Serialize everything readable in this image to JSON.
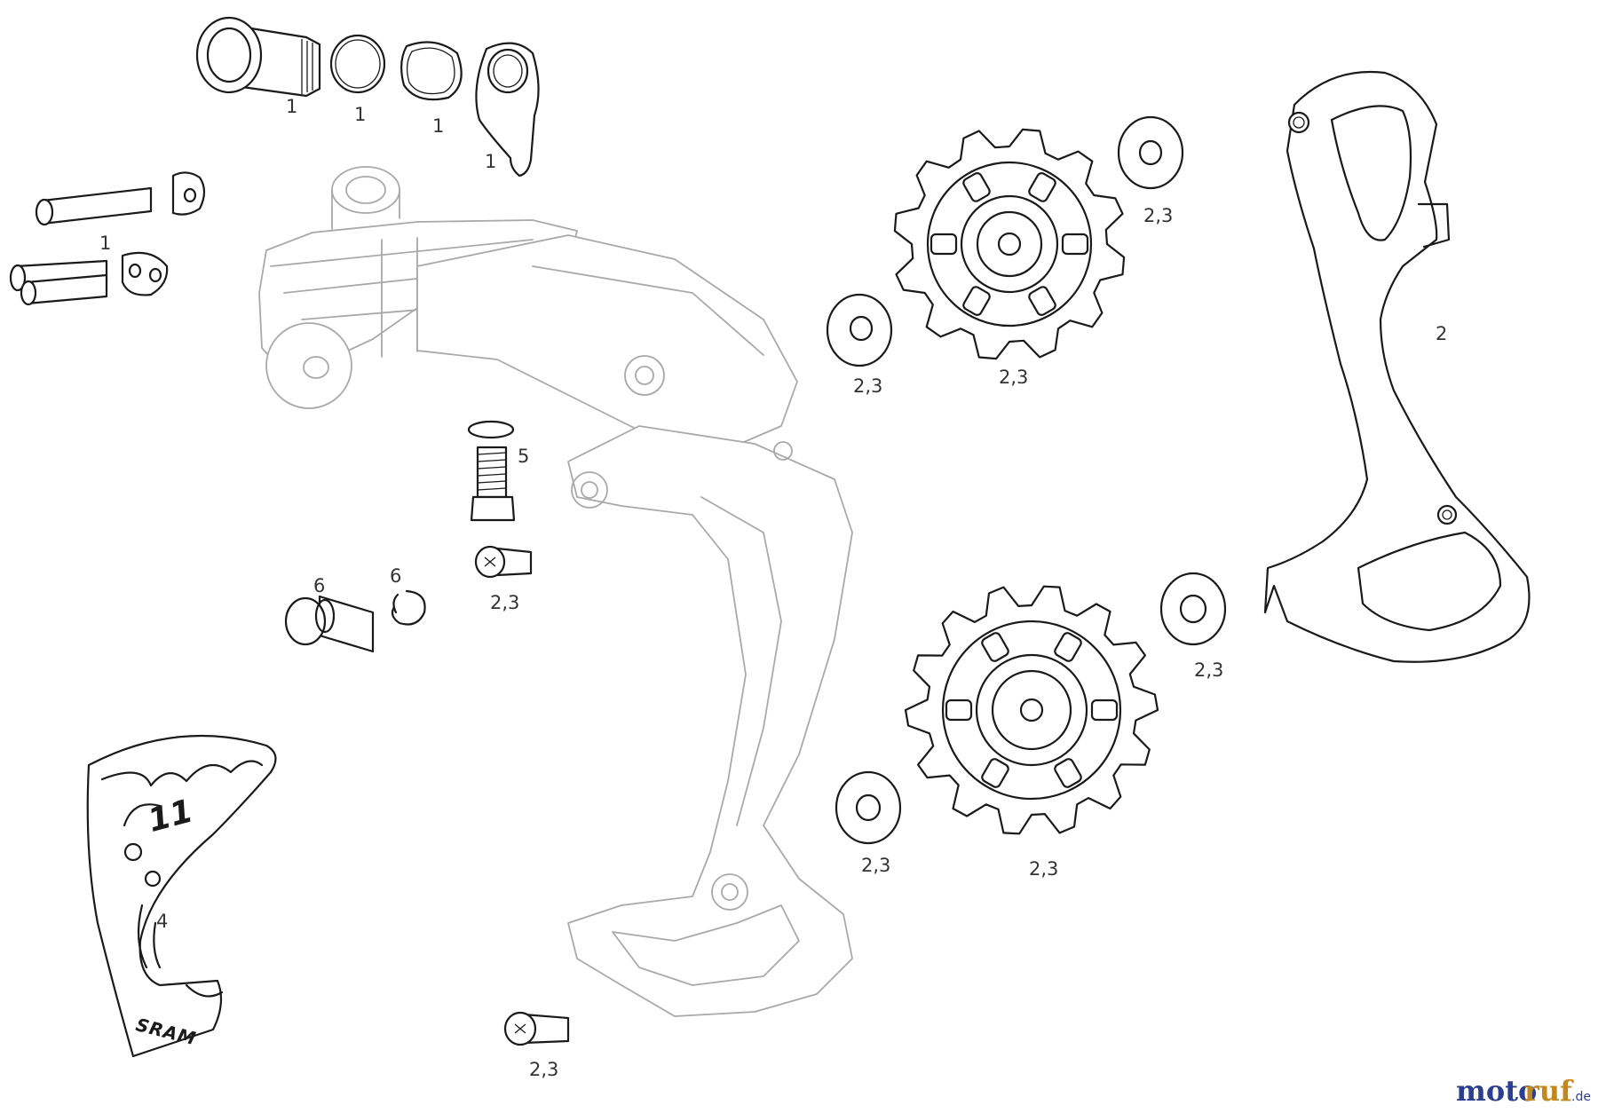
{
  "diagram": {
    "labels": {
      "screw_set_1": "1",
      "ring_1": "1",
      "washer_1": "1",
      "hanger_bracket_1": "1",
      "bolt_set_1": "1",
      "cage_plate": "2",
      "chain_gap_tool": "4",
      "mount_bolt": "5",
      "limit_screw_6": "6",
      "clip_6": "6",
      "bolt_upper": "2,3",
      "bolt_lower": "2,3",
      "washer_upper_left": "2,3",
      "pulley_upper": "2,3",
      "washer_upper_right": "2,3",
      "washer_lower_right": "2,3",
      "washer_lower_left": "2,3",
      "pulley_lower": "2,3"
    },
    "tool_brand": "SRAM",
    "tool_mark": "11"
  },
  "watermark": {
    "part1": "moto",
    "part2": "ruf",
    "suffix": ".de"
  }
}
